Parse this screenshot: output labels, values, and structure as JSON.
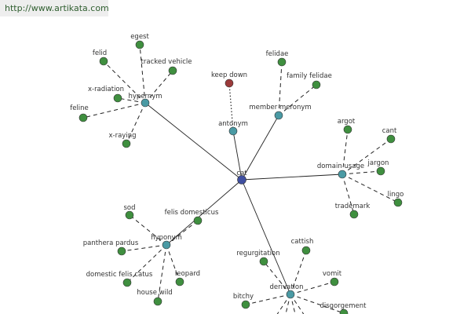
{
  "banner": {
    "url": "http://www.artikata.com"
  },
  "colors": {
    "center": "#3f4fa0",
    "relation": "#4a9aa4",
    "leaf": "#3f8f3f",
    "antonym_leaf": "#9b3a3a"
  },
  "graph": {
    "nodes": [
      {
        "id": "cat",
        "label": "cat",
        "kind": "center"
      },
      {
        "id": "hypernym",
        "label": "hypernym",
        "kind": "relation"
      },
      {
        "id": "antonym",
        "label": "antonym",
        "kind": "relation"
      },
      {
        "id": "member_meronym",
        "label": "member meronym",
        "kind": "relation"
      },
      {
        "id": "domain_usage",
        "label": "domain usage",
        "kind": "relation"
      },
      {
        "id": "hyponym",
        "label": "hyponym",
        "kind": "relation"
      },
      {
        "id": "derivation",
        "label": "derivation",
        "kind": "relation"
      },
      {
        "id": "felid",
        "label": "felid",
        "kind": "leaf"
      },
      {
        "id": "egest",
        "label": "egest",
        "kind": "leaf"
      },
      {
        "id": "tracked_vehicle",
        "label": "tracked vehicle",
        "kind": "leaf"
      },
      {
        "id": "x_radiation",
        "label": "x-radiation",
        "kind": "leaf"
      },
      {
        "id": "feline",
        "label": "feline",
        "kind": "leaf"
      },
      {
        "id": "x_raying",
        "label": "x-raying",
        "kind": "leaf"
      },
      {
        "id": "keep_down",
        "label": "keep down",
        "kind": "antonym_leaf"
      },
      {
        "id": "felidae",
        "label": "felidae",
        "kind": "leaf"
      },
      {
        "id": "family_felidae",
        "label": "family felidae",
        "kind": "leaf"
      },
      {
        "id": "argot",
        "label": "argot",
        "kind": "leaf"
      },
      {
        "id": "cant",
        "label": "cant",
        "kind": "leaf"
      },
      {
        "id": "jargon",
        "label": "jargon",
        "kind": "leaf"
      },
      {
        "id": "lingo",
        "label": "lingo",
        "kind": "leaf"
      },
      {
        "id": "trademark",
        "label": "trademark",
        "kind": "leaf"
      },
      {
        "id": "sod",
        "label": "sod",
        "kind": "leaf"
      },
      {
        "id": "felis_domesticus",
        "label": "felis domesticus",
        "kind": "leaf"
      },
      {
        "id": "panthera_pardus",
        "label": "panthera pardus",
        "kind": "leaf"
      },
      {
        "id": "domestic_felis_catus",
        "label": "domestic felis catus",
        "kind": "leaf"
      },
      {
        "id": "leopard",
        "label": "leopard",
        "kind": "leaf"
      },
      {
        "id": "house_wild",
        "label": "house wild",
        "kind": "leaf"
      },
      {
        "id": "regurgitation",
        "label": "regurgitation",
        "kind": "leaf"
      },
      {
        "id": "cattish",
        "label": "cattish",
        "kind": "leaf"
      },
      {
        "id": "vomit",
        "label": "vomit",
        "kind": "leaf"
      },
      {
        "id": "bitchy",
        "label": "bitchy",
        "kind": "leaf"
      },
      {
        "id": "disgorgement",
        "label": "disgorgement",
        "kind": "leaf"
      }
    ],
    "edges": [
      {
        "from": "cat",
        "to": "hypernym",
        "style": "solid"
      },
      {
        "from": "cat",
        "to": "antonym",
        "style": "solid"
      },
      {
        "from": "cat",
        "to": "member_meronym",
        "style": "solid"
      },
      {
        "from": "cat",
        "to": "domain_usage",
        "style": "solid"
      },
      {
        "from": "cat",
        "to": "hyponym",
        "style": "solid"
      },
      {
        "from": "cat",
        "to": "derivation",
        "style": "solid"
      },
      {
        "from": "hypernym",
        "to": "felid",
        "style": "dashed"
      },
      {
        "from": "hypernym",
        "to": "egest",
        "style": "dashed"
      },
      {
        "from": "hypernym",
        "to": "tracked_vehicle",
        "style": "dashed"
      },
      {
        "from": "hypernym",
        "to": "x_radiation",
        "style": "dashed"
      },
      {
        "from": "hypernym",
        "to": "feline",
        "style": "dashed"
      },
      {
        "from": "hypernym",
        "to": "x_raying",
        "style": "dashed"
      },
      {
        "from": "antonym",
        "to": "keep_down",
        "style": "dotted"
      },
      {
        "from": "member_meronym",
        "to": "felidae",
        "style": "dashed"
      },
      {
        "from": "member_meronym",
        "to": "family_felidae",
        "style": "dashed"
      },
      {
        "from": "domain_usage",
        "to": "argot",
        "style": "dashed"
      },
      {
        "from": "domain_usage",
        "to": "cant",
        "style": "dashed"
      },
      {
        "from": "domain_usage",
        "to": "jargon",
        "style": "dashed"
      },
      {
        "from": "domain_usage",
        "to": "lingo",
        "style": "dashed"
      },
      {
        "from": "domain_usage",
        "to": "trademark",
        "style": "dashed"
      },
      {
        "from": "hyponym",
        "to": "sod",
        "style": "dashed"
      },
      {
        "from": "hyponym",
        "to": "felis_domesticus",
        "style": "dashed"
      },
      {
        "from": "hyponym",
        "to": "panthera_pardus",
        "style": "dashed"
      },
      {
        "from": "hyponym",
        "to": "domestic_felis_catus",
        "style": "dashed"
      },
      {
        "from": "hyponym",
        "to": "leopard",
        "style": "dashed"
      },
      {
        "from": "hyponym",
        "to": "house_wild",
        "style": "dashed"
      },
      {
        "from": "derivation",
        "to": "regurgitation",
        "style": "dashed"
      },
      {
        "from": "derivation",
        "to": "cattish",
        "style": "dashed"
      },
      {
        "from": "derivation",
        "to": "vomit",
        "style": "dashed"
      },
      {
        "from": "derivation",
        "to": "bitchy",
        "style": "dashed"
      },
      {
        "from": "derivation",
        "to": "disgorgement",
        "style": "dashed"
      }
    ]
  }
}
